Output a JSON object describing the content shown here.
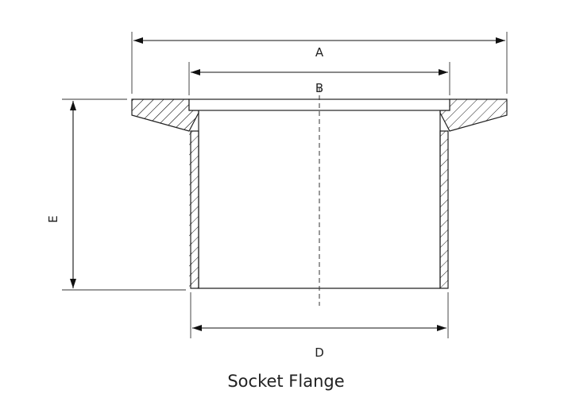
{
  "diagram": {
    "caption": "Socket Flange",
    "labels": {
      "a": "A",
      "b": "B",
      "d": "D",
      "e": "E"
    }
  }
}
